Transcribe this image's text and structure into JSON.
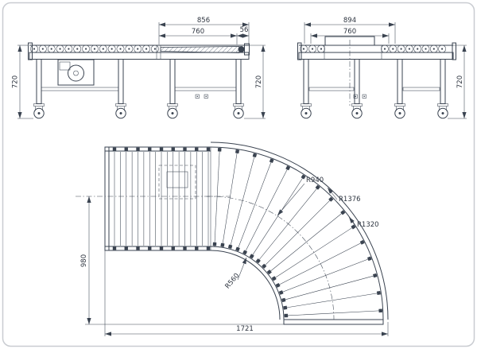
{
  "colors": {
    "line": "#3a4350",
    "border": "#c9ccd1",
    "background": "#ffffff"
  },
  "side_view_a": {
    "dim_total": "856",
    "dim_roller": "760",
    "dim_end": "56",
    "dim_height_left": "720",
    "dim_height_mid": "720"
  },
  "side_view_b": {
    "dim_total": "894",
    "dim_plate": "760",
    "dim_height": "720"
  },
  "plan_view": {
    "dim_r_center": "R940",
    "dim_r_frame": "R1376",
    "dim_r_outer": "R1320",
    "dim_r_inner": "R560",
    "dim_offset": "980",
    "dim_length": "1721"
  }
}
